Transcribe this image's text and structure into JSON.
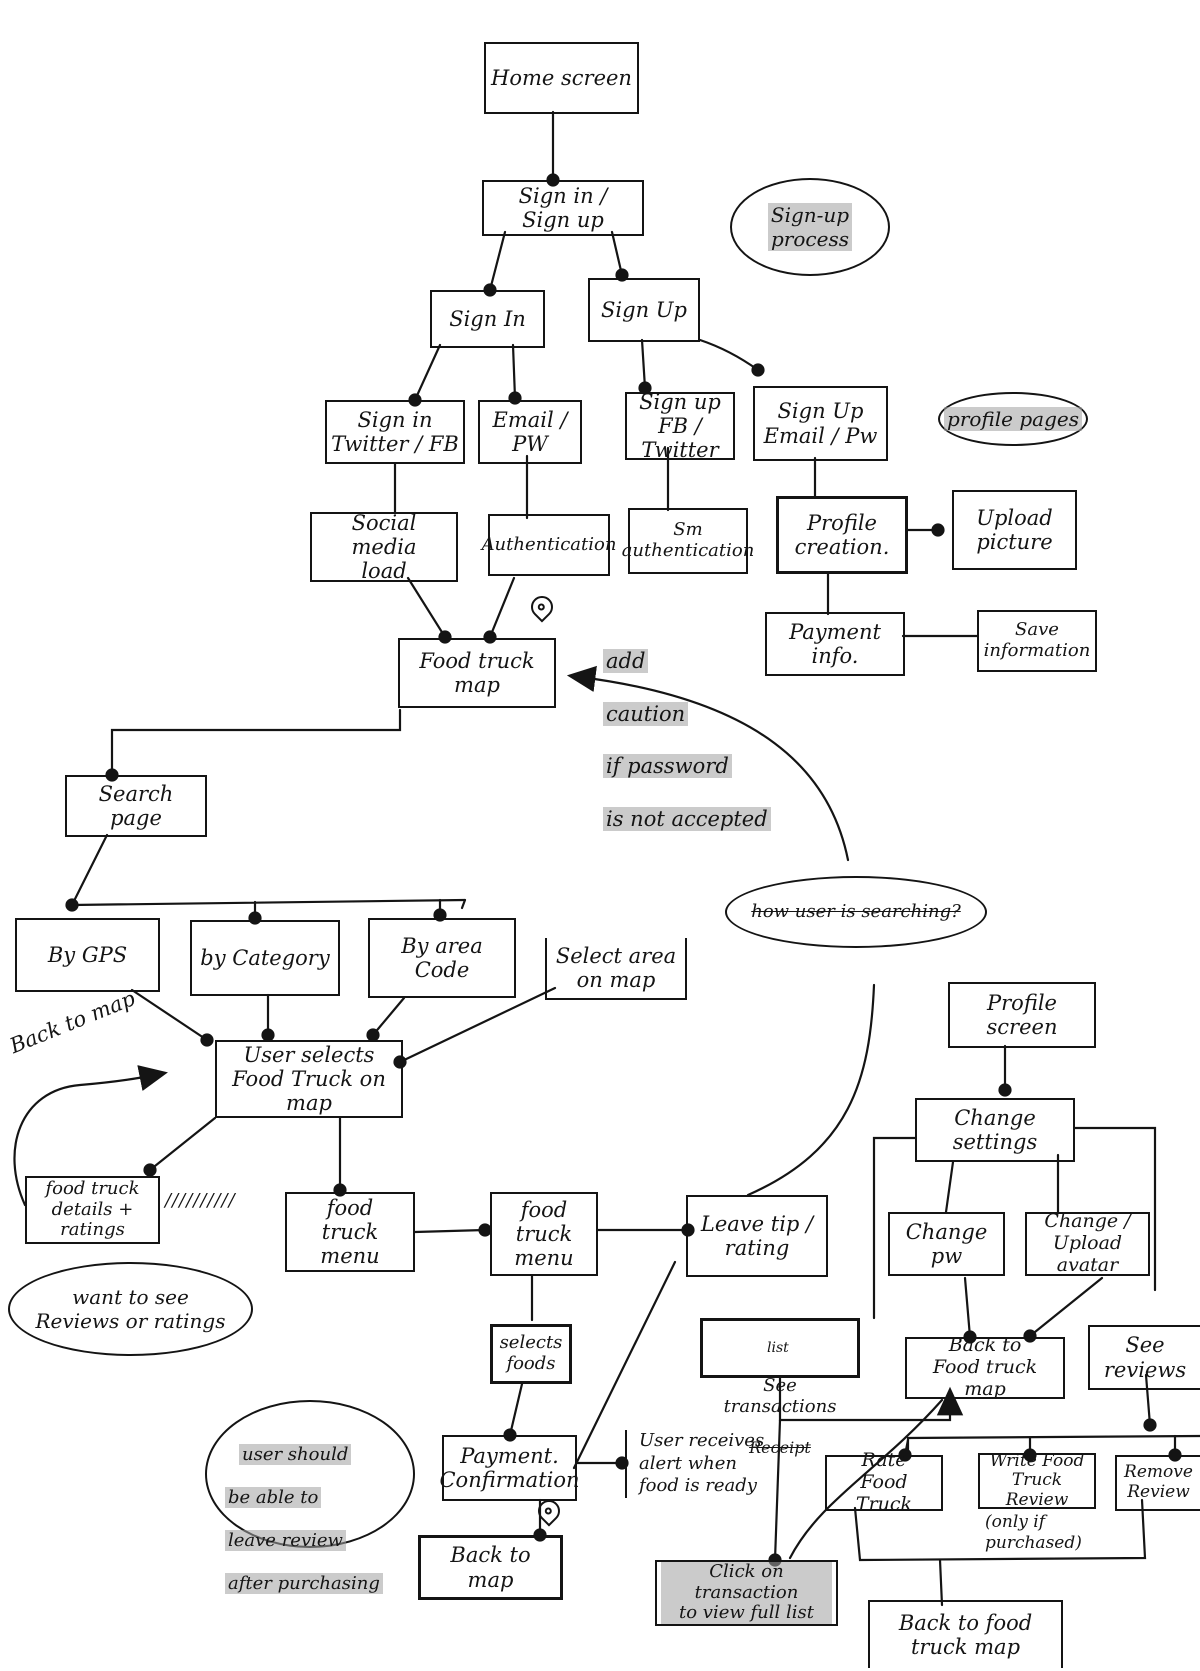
{
  "nodes": {
    "home_screen": "Home screen",
    "sign_in_sign_up": "Sign in /\nSign up",
    "sign_in": "Sign In",
    "sign_up": "Sign Up",
    "sign_in_twitter_fb": "Sign in\nTwitter / FB",
    "email_pw": "Email /\nPW",
    "sign_up_fb_twitter": "Sign up\nFB / Twitter",
    "sign_up_email_pw": "Sign Up\nEmail / Pw",
    "social_media_load": "Social media\nload",
    "authentication": "Authentication",
    "sm_authentication": "Sm\nauthentication",
    "profile_creation": "Profile\ncreation.",
    "upload_picture": "Upload\npicture",
    "payment_info": "Payment info.",
    "save_information": "Save\ninformation",
    "food_truck_map": "Food truck\nmap",
    "search_page": "Search page",
    "by_gps": "By GPS",
    "by_category": "by Category",
    "by_area_code": "By area\nCode",
    "select_area_on_map": "Select area\non map",
    "user_selects_food_truck": "User selects\nFood Truck on map",
    "food_truck_details_ratings": "food truck\ndetails + ratings",
    "food_truck_menu_1": "food\ntruck menu",
    "food_truck_menu_2": "food\ntruck menu",
    "leave_tip_rating": "Leave tip /\nrating",
    "selects_foods": "selects\nfoods",
    "payment_confirmation": "Payment.\nConfirmation",
    "back_to_map": "Back to\nmap",
    "profile_screen": "Profile screen",
    "change_settings": "Change\nsettings",
    "change_pw": "Change\npw",
    "change_upload_avatar": "Change /\nUpload avatar",
    "see_transactions_top": "list",
    "see_transactions_main": "See transactions",
    "see_transactions_struck": "Receipt",
    "back_to_food_truck_map_1": "Back to\nFood truck map",
    "see_reviews": "See\nreviews",
    "rate_food_truck": "Rate\nFood Truck",
    "write_food_truck_review": "Write Food\nTruck Review",
    "remove_review": "Remove\nReview",
    "click_on_transaction": "Click on transaction\nto view full list",
    "back_to_food_truck_map_2": "Back to food\ntruck map"
  },
  "notes": {
    "sign_up_process": "Sign-up\nprocess",
    "profile_pages": "profile pages",
    "add_caution_l1": "add",
    "add_caution_l2": "caution",
    "add_caution_l3": "if password",
    "add_caution_l4": "is not accepted",
    "how_user_searching": "how user is searching?",
    "back_to_map_label": "Back to map",
    "want_to_see": "want to see\nReviews or ratings",
    "user_should_l1": "user should",
    "user_should_l2": "be able to",
    "user_should_l3": "leave review",
    "user_should_l4": "after purchasing",
    "user_receives_alert": "User receives\nalert when\nfood is ready",
    "only_if_purchased": "(only if\npurchased)",
    "hatch_marks": "//////////"
  },
  "colors": {
    "ink": "#141414",
    "highlight": "#a0a0a0"
  }
}
